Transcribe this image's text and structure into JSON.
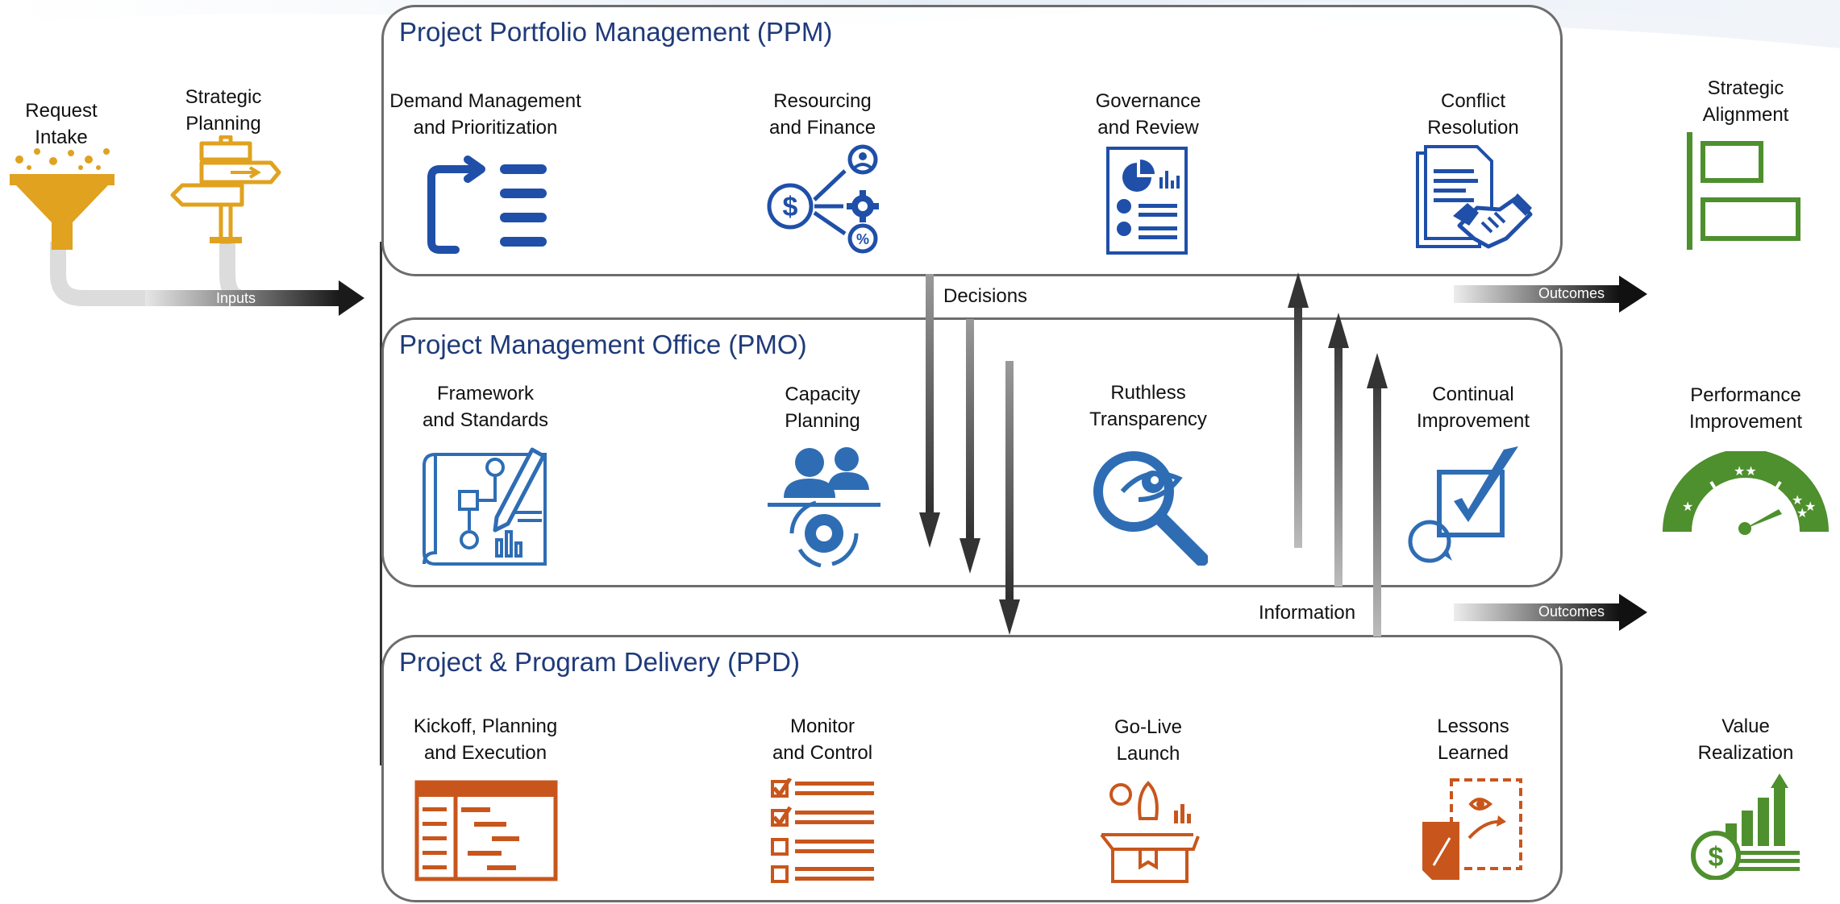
{
  "inputs": {
    "request_intake": [
      "Request",
      "Intake"
    ],
    "strategic_planning": [
      "Strategic",
      "Planning"
    ],
    "arrow_label": "Inputs"
  },
  "panels": {
    "ppm": {
      "title": "Project Portfolio Management (PPM)",
      "items": [
        {
          "lines": [
            "Demand Management",
            "and Prioritization"
          ],
          "icon": "demand-list-icon"
        },
        {
          "lines": [
            "Resourcing",
            "and Finance"
          ],
          "icon": "resourcing-finance-icon"
        },
        {
          "lines": [
            "Governance",
            "and Review"
          ],
          "icon": "governance-report-icon"
        },
        {
          "lines": [
            "Conflict",
            "Resolution"
          ],
          "icon": "handshake-contract-icon"
        }
      ]
    },
    "pmo": {
      "title": "Project Management Office (PMO)",
      "items": [
        {
          "lines": [
            "Framework",
            "and Standards"
          ],
          "icon": "blueprint-pencil-icon"
        },
        {
          "lines": [
            "Capacity",
            "Planning"
          ],
          "icon": "people-gear-icon"
        },
        {
          "lines": [
            "Ruthless",
            "Transparency"
          ],
          "icon": "magnifier-eye-icon"
        },
        {
          "lines": [
            "Continual",
            "Improvement"
          ],
          "icon": "checkbox-cycle-icon"
        }
      ]
    },
    "ppd": {
      "title": "Project & Program Delivery (PPD)",
      "items": [
        {
          "lines": [
            "Kickoff, Planning",
            "and Execution"
          ],
          "icon": "gantt-chart-icon"
        },
        {
          "lines": [
            "Monitor",
            "and Control"
          ],
          "icon": "checklist-icon"
        },
        {
          "lines": [
            "Go-Live",
            "Launch"
          ],
          "icon": "rocket-box-icon"
        },
        {
          "lines": [
            "Lessons",
            "Learned"
          ],
          "icon": "lessons-document-icon"
        }
      ]
    }
  },
  "flows": {
    "decisions": "Decisions",
    "information": "Information",
    "outcomes_1": "Outcomes",
    "outcomes_2": "Outcomes"
  },
  "outcomes": {
    "strategic_alignment": [
      "Strategic",
      "Alignment"
    ],
    "performance_improvement": [
      "Performance",
      "Improvement"
    ],
    "value_realization": [
      "Value",
      "Realization"
    ]
  },
  "colors": {
    "ppm_blue": "#1f4fa8",
    "pmo_blue": "#2e6db4",
    "ppd_orange": "#c8561c",
    "input_gold": "#e0a21f",
    "outcome_green": "#4e8f2e",
    "title_navy": "#1f3a7a"
  }
}
